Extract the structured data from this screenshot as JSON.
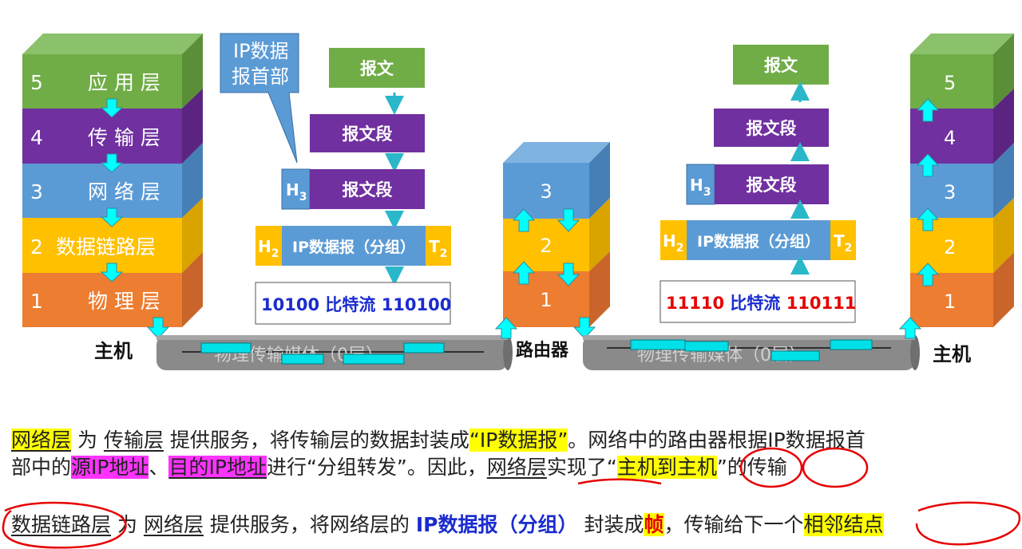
{
  "left_host": {
    "layers": [
      {
        "num": "5",
        "name": "应 用 层"
      },
      {
        "num": "4",
        "name": "传 输 层"
      },
      {
        "num": "3",
        "name": "网 络 层"
      },
      {
        "num": "2",
        "name": "数据链路层"
      },
      {
        "num": "1",
        "name": "物 理 层"
      }
    ],
    "label": "主机"
  },
  "router": {
    "layers": [
      "3",
      "2",
      "1"
    ],
    "label": "路由器"
  },
  "right_host": {
    "layers": [
      "5",
      "4",
      "3",
      "2",
      "1"
    ],
    "label": "主机"
  },
  "callout": {
    "line1": "IP数据",
    "line2": "报首部"
  },
  "left_encap": {
    "message": "报文",
    "segment": "报文段",
    "h3": "H",
    "h3_sub": "3",
    "h3_segment": "报文段",
    "h2": "H",
    "h2_sub": "2",
    "packet": "IP数据报（分组）",
    "t2": "T",
    "t2_sub": "2",
    "bits": {
      "a": "10100",
      "b": " 比特流 ",
      "c": "110100"
    }
  },
  "right_encap": {
    "message": "报文",
    "segment": "报文段",
    "h3": "H",
    "h3_sub": "3",
    "h3_segment": "报文段",
    "h2": "H",
    "h2_sub": "2",
    "packet": "IP数据报（分组）",
    "t2": "T",
    "t2_sub": "2",
    "bits": {
      "a": "11110",
      "b": " 比特流 ",
      "c": "110111"
    }
  },
  "media": {
    "left": "物理传输媒体（0层）",
    "right": "物理传输媒体（0层）"
  },
  "text": {
    "p1": {
      "a": "网络层",
      "b": "为",
      "c": "传输层",
      "d": "提供服务，将传输层的数据封装成",
      "e": "“IP数据报”",
      "f": "。网络中的路由器根据IP数据报首"
    },
    "p2": {
      "a": "部中的",
      "b": "源IP地址",
      "c": "、",
      "d": "目的IP地址",
      "e": "进行“分组转发”。因此，",
      "f": "网络层",
      "g": "实现了“",
      "h": "主机到主机",
      "i": "”的传输"
    },
    "p3": {
      "a": "数据链路层",
      "b": "为",
      "c": "网络层",
      "d": "提供服务，将网络层的",
      "e": "IP数据报（分组）",
      "f": "封装成",
      "g": "帧",
      "h": "，传输给下一个",
      "i": "相邻结点"
    }
  },
  "colors": {
    "green": "#70ad47",
    "purple": "#7030a0",
    "blue": "#5b9bd5",
    "yellow": "#ffc000",
    "orange": "#ed7d31",
    "cyan": "#00ffff",
    "highlight_yellow": "#ffff00",
    "highlight_magenta": "#ff33ff",
    "annotation_red": "#e60000"
  }
}
